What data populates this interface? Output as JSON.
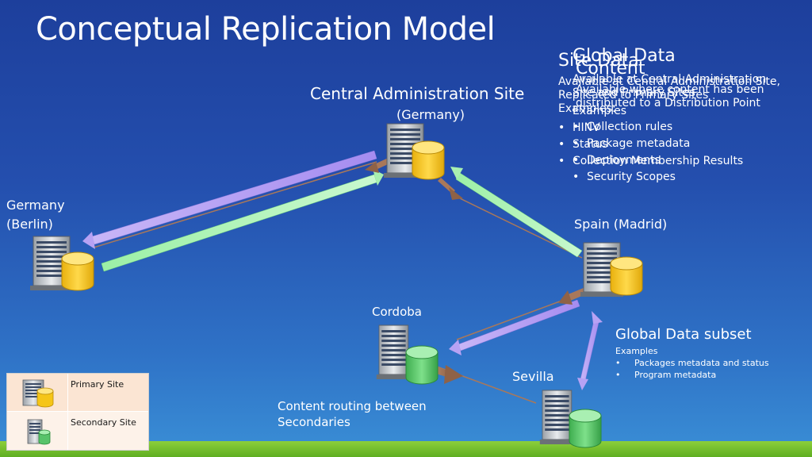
{
  "slide": {
    "title": "Conceptual Replication Model"
  },
  "sites": {
    "central": {
      "name": "Central Administration Site",
      "location": "(Germany)"
    },
    "germany": {
      "name": "Germany",
      "location": "(Berlin)"
    },
    "spain": {
      "name": "Spain (Madrid)"
    },
    "cordoba": {
      "name": "Cordoba"
    },
    "sevilla": {
      "name": "Sevilla"
    }
  },
  "overlays": {
    "site_data": {
      "heading": "Site Data",
      "line1": "Available at Central Administration Site,",
      "line2": "Replicated to Primary Sites",
      "examples": "Examples:",
      "items": [
        "HINV",
        "Status",
        "Collection Membership Results"
      ]
    },
    "global_data": {
      "heading": "Global Data",
      "line1": "Available at Central Administration",
      "line2": "Site and Primary Sites",
      "examples": "Examples",
      "items": [
        "Collection rules",
        "Package metadata",
        "Deployments",
        "Security Scopes"
      ]
    },
    "content": {
      "heading": "Content",
      "line1": "Available where content has been",
      "line2": "distributed to a Distribution Point"
    }
  },
  "global_subset": {
    "heading": "Global Data subset",
    "examples": "Examples",
    "items": [
      "Packages metadata and status",
      "Program metadata"
    ]
  },
  "content_routing": {
    "line1": "Content routing between",
    "line2": "Secondaries"
  },
  "legend": {
    "primary": "Primary Site",
    "secondary": "Secondary Site"
  },
  "colors": {
    "site_data_arrow": "#c9b8f6",
    "global_data_arrow": "#a8f0b0",
    "content_arrow": "#a9785a",
    "primary_db": "#f5c518",
    "secondary_db": "#58c36a"
  }
}
